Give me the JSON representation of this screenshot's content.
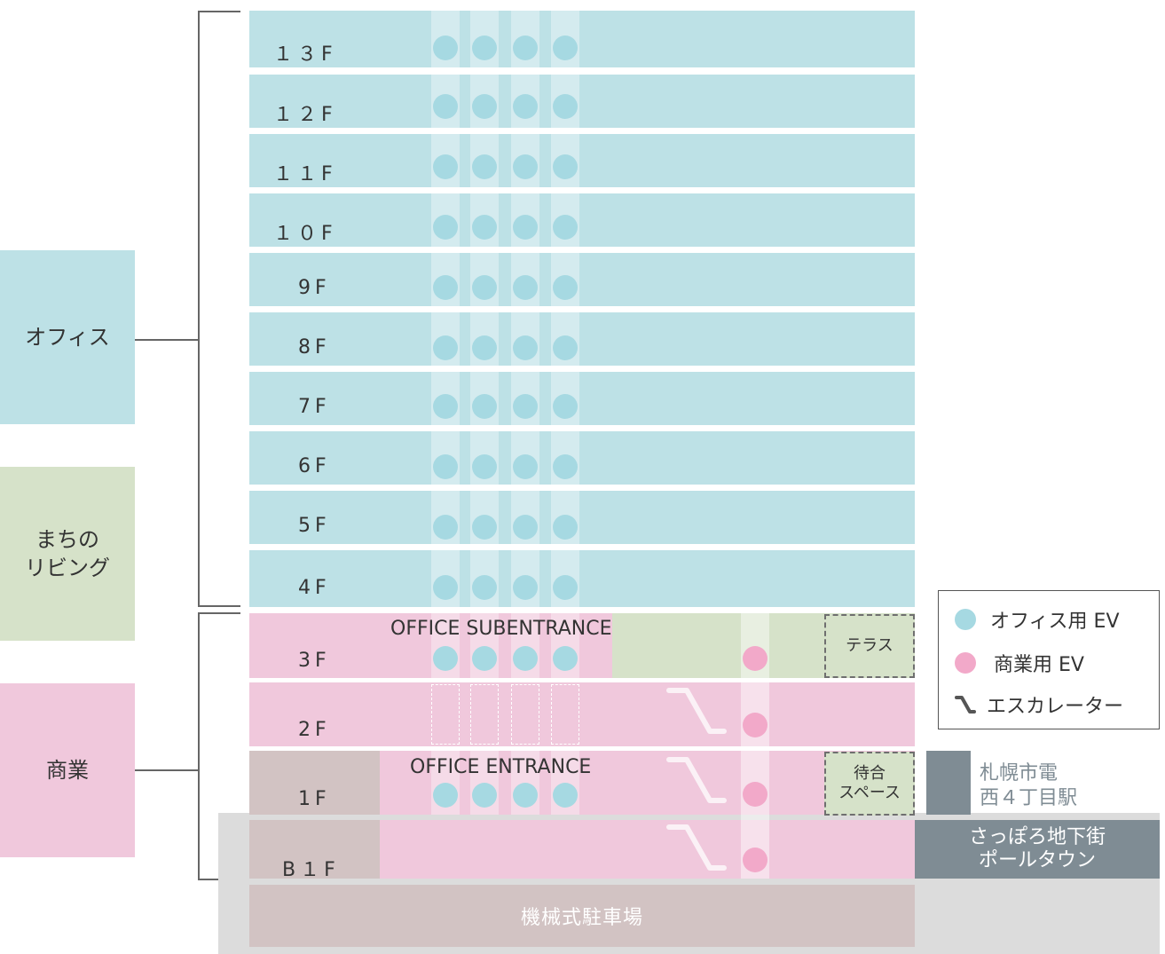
{
  "categories": {
    "office": "オフィス",
    "living_line1": "まちの",
    "living_line2": "リビング",
    "commercial": "商業"
  },
  "floors": {
    "f13": "１３F",
    "f12": "１２F",
    "f11": "１１F",
    "f10": "１０F",
    "f9": "9F",
    "f8": "8F",
    "f7": "7F",
    "f6": "6F",
    "f5": "5F",
    "f4": "4F",
    "f3": "3F",
    "f2": "2F",
    "f1": "1F",
    "b1": "B１F"
  },
  "annotations": {
    "office_subentrance": "OFFICE SUBENTRANCE",
    "office_entrance": "OFFICE ENTRANCE",
    "terrace": "テラス",
    "waiting_line1": "待合",
    "waiting_line2": "スペース",
    "station_line1": "札幌市電",
    "station_line2": "西４丁目駅",
    "underground_line1": "さっぽろ地下街",
    "underground_line2": "ポールタウン",
    "parking": "機械式駐車場"
  },
  "legend": {
    "office_ev": "オフィス用 EV",
    "commercial_ev": "商業用 EV",
    "escalator": "エスカレーター"
  },
  "colors": {
    "office": "#bde1e6",
    "living": "#d6e2c9",
    "commercial": "#f0c8dc",
    "entrance_mauve": "#d2c3c3",
    "office_ev_dot": "#a6d9e2",
    "commercial_ev_dot": "#f2a9c9",
    "underground_gray": "#7f8c94",
    "ground_gray": "#dcdcdc"
  }
}
